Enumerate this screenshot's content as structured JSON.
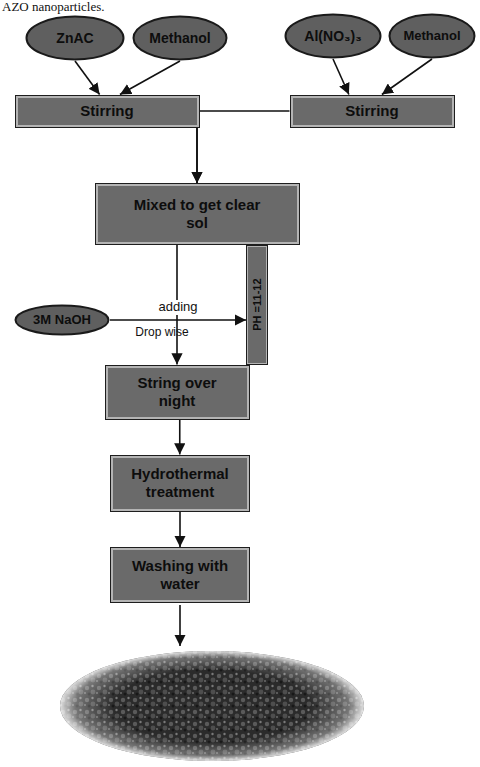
{
  "diagram": {
    "nodes": [
      {
        "text": [
          "ZnAC"
        ]
      },
      {
        "text": [
          "Methanol"
        ]
      },
      {
        "text": [
          "Al(NO₃)₃"
        ]
      },
      {
        "text": [
          "Methanol"
        ]
      },
      {
        "text": [
          "Stirring"
        ]
      },
      {
        "text": [
          "Stirring"
        ]
      },
      {
        "text": [
          "Mixed to get clear sol"
        ]
      },
      {
        "text": [
          "3M NaOH"
        ]
      },
      {
        "text": [
          "PH =11-12"
        ]
      },
      {
        "text": [
          "String over night"
        ]
      },
      {
        "text": [
          "Hydrothermal treatment"
        ]
      },
      {
        "text": [
          "Washing with water"
        ]
      }
    ],
    "edges": [
      {
        "from": 0,
        "to": 4,
        "arrow": "to"
      },
      {
        "from": 1,
        "to": 4,
        "arrow": "to"
      },
      {
        "from": 2,
        "to": 5,
        "arrow": "to"
      },
      {
        "from": 3,
        "to": 5,
        "arrow": "to"
      },
      {
        "from": 4,
        "to": 6,
        "arrow": "to"
      },
      {
        "from": 5,
        "to": 6,
        "arrow": "to"
      },
      {
        "from": 6,
        "to": 9,
        "arrow": "to"
      },
      {
        "from": 7,
        "to": 8,
        "label": "adding",
        "arrow": "to"
      },
      {
        "from": 9,
        "to": 10,
        "arrow": "to"
      },
      {
        "from": 10,
        "to": 11,
        "arrow": "to"
      }
    ],
    "labels": [
      "AZO nanoparticles.",
      "Drop wise"
    ]
  }
}
